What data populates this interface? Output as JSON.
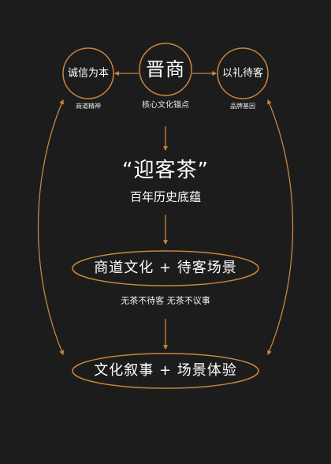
{
  "colors": {
    "background": "#1c1c1c",
    "accent": "#c8853f",
    "text": "#ffffff"
  },
  "top": {
    "left_node": {
      "label": "诚信为本",
      "caption": "商道精神"
    },
    "center_node": {
      "label": "晋商",
      "caption": "核心文化锚点"
    },
    "right_node": {
      "label": "以礼待客",
      "caption": "品牌基因"
    }
  },
  "headline": {
    "title": "“迎客茶”",
    "subtitle": "百年历史底蕴"
  },
  "stage_one": {
    "oval_text": "商道文化 + 待客场景",
    "below_text": "无茶不待客  无茶不议事"
  },
  "stage_two": {
    "oval_text": "文化叙事 + 场景体验"
  }
}
